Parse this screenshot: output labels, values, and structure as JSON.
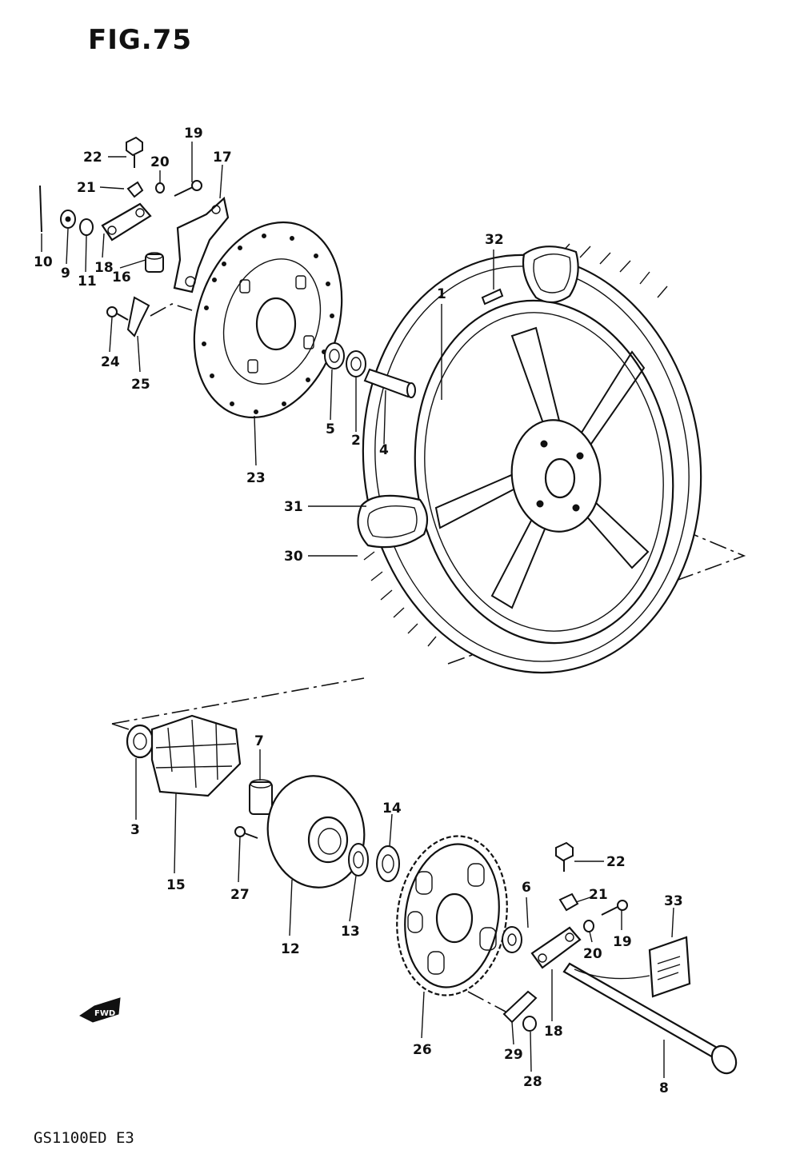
{
  "header": {
    "figure_title": "FIG.75"
  },
  "footer": {
    "model_code": "GS1100ED E3"
  },
  "direction_arrow": {
    "label": "FWD"
  },
  "callouts": {
    "c1": "1",
    "c2": "2",
    "c3": "3",
    "c4": "4",
    "c5": "5",
    "c6": "6",
    "c7": "7",
    "c8": "8",
    "c9": "9",
    "c10": "10",
    "c11": "11",
    "c12": "12",
    "c13": "13",
    "c14": "14",
    "c15": "15",
    "c16": "16",
    "c17": "17",
    "c18a": "18",
    "c18b": "18",
    "c19a": "19",
    "c19b": "19",
    "c20a": "20",
    "c20b": "20",
    "c21a": "21",
    "c21b": "21",
    "c22a": "22",
    "c22b": "22",
    "c23": "23",
    "c24": "24",
    "c25": "25",
    "c26": "26",
    "c27": "27",
    "c28": "28",
    "c29": "29",
    "c30": "30",
    "c31": "31",
    "c32": "32",
    "c33": "33"
  }
}
